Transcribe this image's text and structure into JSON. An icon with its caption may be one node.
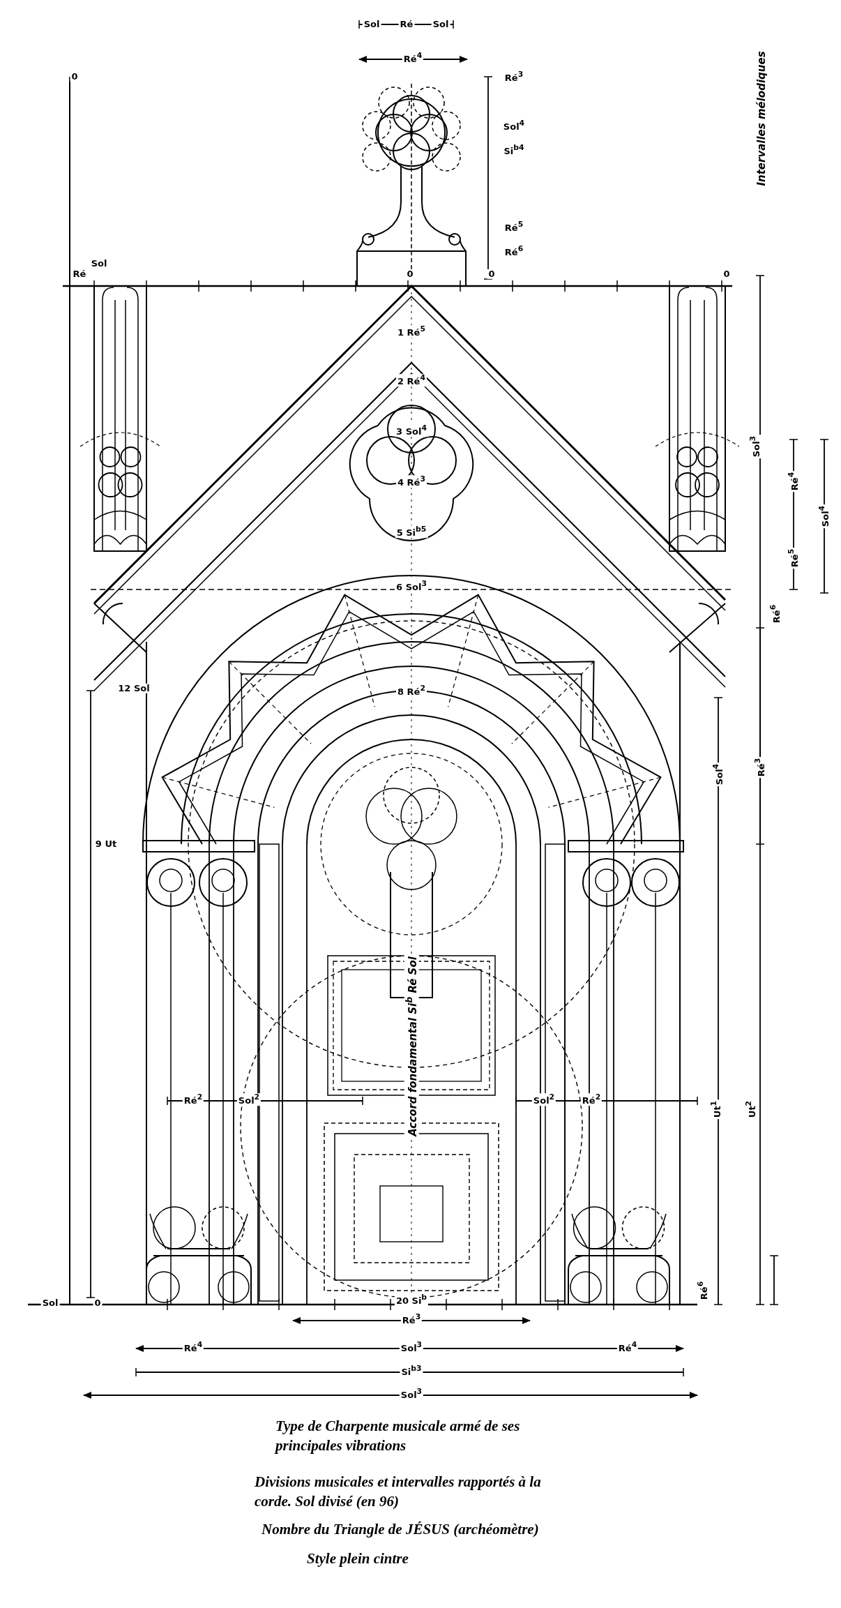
{
  "diagram": {
    "caption": "Type de Charpente musicale armé de ses principales vibrations",
    "labels": [
      "Sol",
      "Ré",
      "Sol",
      "Ré$^{4}$",
      "0",
      "Ré$^{3}$",
      "Intervalles mélodiques",
      "Sol$^{4}$",
      "Si$^{b4}$",
      "Ré$^{5}$",
      "Ré$^{6}$",
      "Sol",
      "Ré",
      "0",
      "0",
      "0",
      "1 Ré$^{5}$",
      "2 Ré$^{4}$",
      "3 Sol$^{4}$",
      "4 Ré$^{3}$",
      "5 Si$^{b5}$",
      "Sol$^{3}$",
      "Ré$^{4}$",
      "Sol$^{4}$",
      "Ré$^{5}$",
      "6 Sol$^{3}$",
      "Ré$^{6}$",
      "12 Sol",
      "8 Ré$^{2}$",
      "Sol$^{4}$",
      "Ré$^{3}$",
      "9 Ut",
      "Accord fondamental Si$^{b}$ Ré Sol",
      "Ré$^{2}$",
      "Sol$^{2}$",
      "Sol$^{2}$",
      "Ré$^{2}$",
      "Ut$^{1}$",
      "Ut$^{2}$",
      "Ré$^{6}$",
      "Sol",
      "0",
      "20 Si$^{b}$",
      "Ré$^{3}$",
      "Ré$^{4}$",
      "Sol$^{3}$",
      "Ré$^{4}$",
      "Si$^{b3}$",
      "Sol$^{3}$",
      "Divisions musicales et intervalles rapportés à la corde. Sol divisé (en 96)",
      "Nombre du Triangle de JÉSUS (archéomètre)",
      "Style plein cintre"
    ]
  }
}
